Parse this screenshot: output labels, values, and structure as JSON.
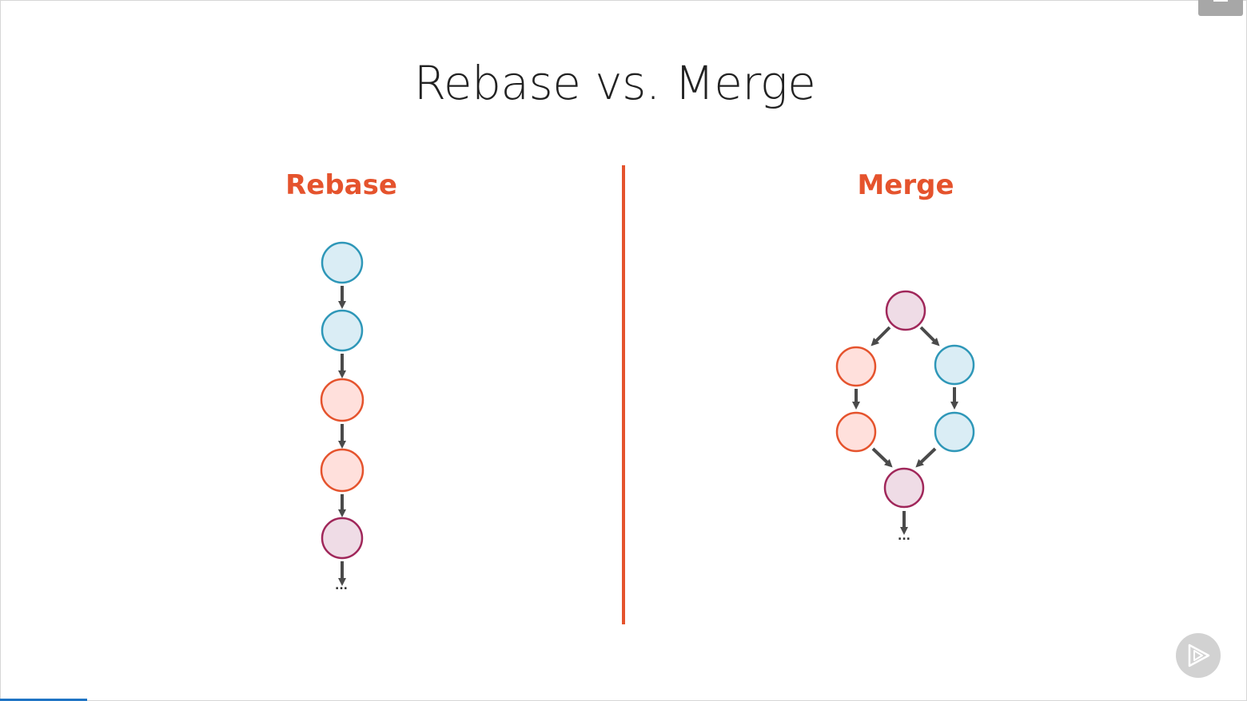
{
  "slide": {
    "title": "Rebase vs. Merge"
  },
  "rebase": {
    "heading": "Rebase",
    "nodes": [
      "teal",
      "teal",
      "orange",
      "orange",
      "purple"
    ],
    "continuation": "..."
  },
  "merge": {
    "heading": "Merge",
    "continuation": "..."
  },
  "colors": {
    "accent": "#e5532d",
    "teal_stroke": "#2e97b8",
    "teal_fill": "#daedf5",
    "orange_stroke": "#e5532d",
    "orange_fill": "#ffe0dc",
    "purple_stroke": "#a0275a",
    "purple_fill": "#efdce6",
    "arrow": "#4a4a4a"
  },
  "player": {
    "menu_icon": "hamburger-menu-icon",
    "logo_icon": "pluralsight-play-icon",
    "progress_fraction": 0.07
  }
}
